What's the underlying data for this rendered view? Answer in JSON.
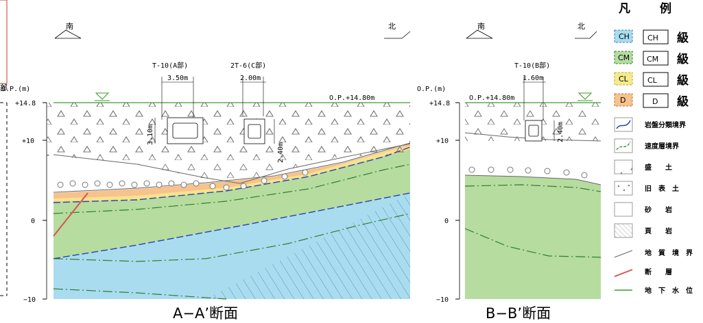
{
  "left_fragment": {
    "label": "部"
  },
  "section_aa": {
    "caption": "A−A’断面",
    "compass_left": "南",
    "compass_right": "北",
    "axis_unit": "O.P.(m)",
    "ticks": [
      "+14.8",
      "+10",
      "0",
      "−10"
    ],
    "water_level": "O.P.+14.80m",
    "struct1_name": "T-10(A部)",
    "struct1_width": "3.50m",
    "struct1_height": "3.10m",
    "struct2_name": "2T-6(C部)",
    "struct2_width": "2.00m",
    "struct2_height": "2.40m"
  },
  "section_bb": {
    "caption": "B−B’断面",
    "compass_left": "南",
    "compass_right": "北",
    "axis_unit": "O.P.(m)",
    "ticks": [
      "+14.8",
      "+10",
      "0",
      "−10"
    ],
    "water_level": "O.P.+14.80m",
    "struct_name": "T-10(B部)",
    "struct_width": "1.60m",
    "struct_height": "2.40m"
  },
  "legend": {
    "title_1": "凡",
    "title_2": "例",
    "classes": [
      {
        "code": "CH",
        "box": "CH",
        "text": "級",
        "color": "#a9dcef"
      },
      {
        "code": "CM",
        "box": "CM",
        "text": "級",
        "color": "#b6dca0"
      },
      {
        "code": "CL",
        "box": "CL",
        "text": "級",
        "color": "#f6eb8c"
      },
      {
        "code": "D",
        "box": "D",
        "text": "級",
        "color": "#f6c28d"
      }
    ],
    "items": [
      {
        "label": "岩盤分類境界"
      },
      {
        "label": "速度層境界"
      },
      {
        "label": "盛　　土"
      },
      {
        "label": "旧　表　土"
      },
      {
        "label": "砂　　岩"
      },
      {
        "label": "頁　　岩"
      },
      {
        "label": "地　質　境　界"
      },
      {
        "label": "断　　層"
      },
      {
        "label": "地　下　水　位"
      }
    ]
  },
  "colors": {
    "ch": "#a9dcef",
    "cm": "#b6dca0",
    "cl": "#f6eb8c",
    "d": "#f6c28d",
    "water": "#3a9a2a",
    "fault": "#d9534f",
    "rock_boundary": "#2a3fb0",
    "velocity_boundary": "#2e7d2e"
  }
}
